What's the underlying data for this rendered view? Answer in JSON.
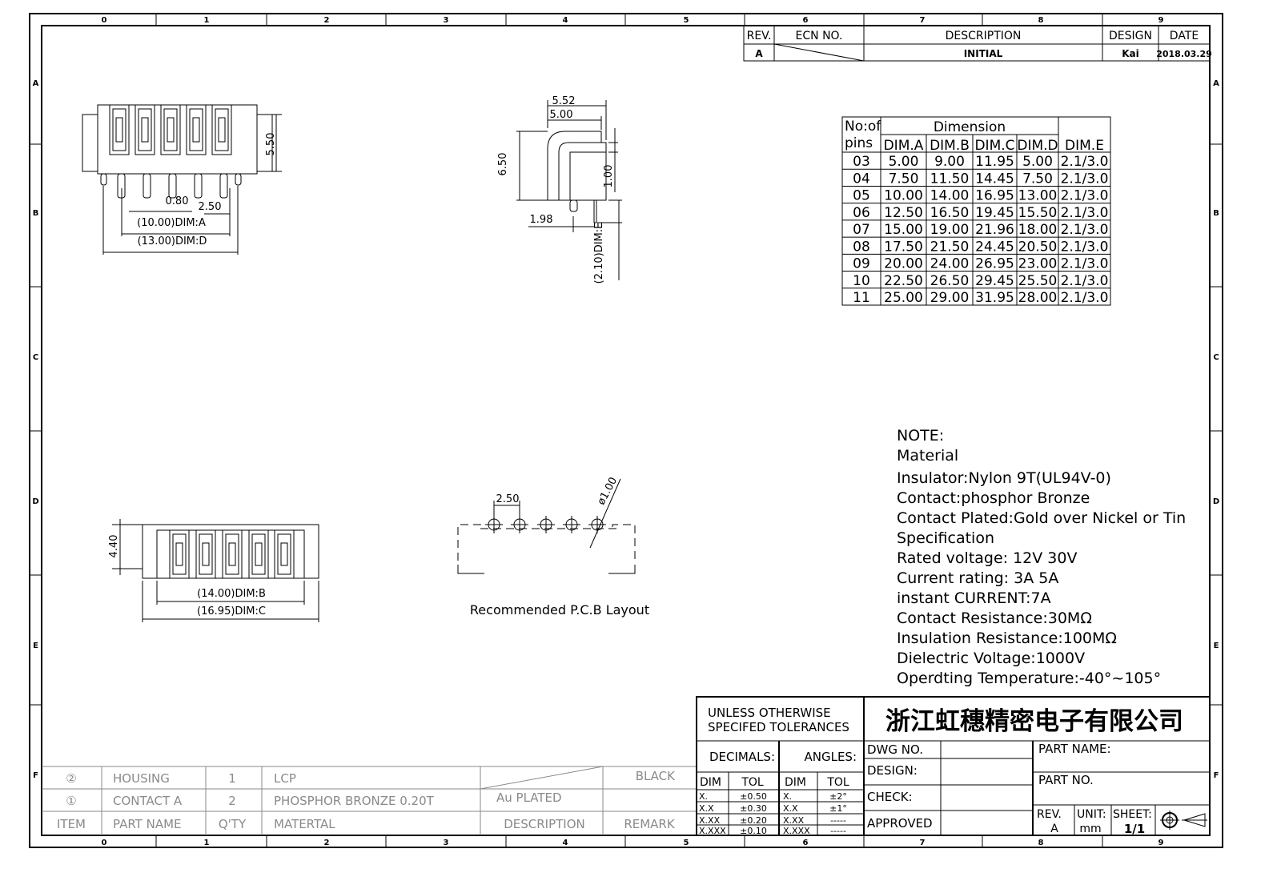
{
  "zones": {
    "columns": [
      "0",
      "1",
      "2",
      "3",
      "4",
      "5",
      "6",
      "7",
      "8",
      "9"
    ],
    "rows": [
      "A",
      "B",
      "C",
      "D",
      "E",
      "F"
    ]
  },
  "revision_block": {
    "headers": [
      "REV.",
      "ECN NO.",
      "DESCRIPTION",
      "DESIGN",
      "DATE"
    ],
    "row": {
      "rev": "A",
      "ecn": "",
      "description": "INITIAL",
      "design": "Kai",
      "date": "2018.03.29"
    }
  },
  "dimension_table": {
    "header_pins": [
      "No:of",
      "pins"
    ],
    "header_group": "Dimension",
    "columns": [
      "DIM.A",
      "DIM.B",
      "DIM.C",
      "DIM.D",
      "DIM.E"
    ],
    "rows": [
      [
        "03",
        "5.00",
        "9.00",
        "11.95",
        "5.00",
        "2.1/3.0"
      ],
      [
        "04",
        "7.50",
        "11.50",
        "14.45",
        "7.50",
        "2.1/3.0"
      ],
      [
        "05",
        "10.00",
        "14.00",
        "16.95",
        "13.00",
        "2.1/3.0"
      ],
      [
        "06",
        "12.50",
        "16.50",
        "19.45",
        "15.50",
        "2.1/3.0"
      ],
      [
        "07",
        "15.00",
        "19.00",
        "21.96",
        "18.00",
        "2.1/3.0"
      ],
      [
        "08",
        "17.50",
        "21.50",
        "24.45",
        "20.50",
        "2.1/3.0"
      ],
      [
        "09",
        "20.00",
        "24.00",
        "26.95",
        "23.00",
        "2.1/3.0"
      ],
      [
        "10",
        "22.50",
        "26.50",
        "29.45",
        "25.50",
        "2.1/3.0"
      ],
      [
        "11",
        "25.00",
        "29.00",
        "31.95",
        "28.00",
        "2.1/3.0"
      ]
    ]
  },
  "notes": [
    "NOTE:",
    "Material",
    "Insulator:Nylon  9T(UL94V-0)",
    "Contact:phosphor  Bronze",
    "Contact  Plated:Gold  over  Nickel  or  Tin",
    "Specification",
    "Rated  voltage:  12V  30V",
    " Current  rating:  3A    5A",
    "instant  CURRENT:7A",
    "Contact  Resistance:30MΩ",
    "Insulation  Resistance:100MΩ",
    "Dielectric  Voltage:1000V",
    "Operdting  Temperature:-40°~105°"
  ],
  "views": {
    "top": {
      "height": "5.50",
      "pitch": "2.50",
      "pin_width": "0.80",
      "dim_a": "(10.00)DIM:A",
      "dim_d": "(13.00)DIM:D"
    },
    "side": {
      "w1": "5.52",
      "w2": "5.00",
      "height": "6.50",
      "step": "1.00",
      "pin_offset": "1.98",
      "dim_e": "(2.10)DIM:E"
    },
    "bottom": {
      "height": "4.40",
      "dim_b": "(14.00)DIM:B",
      "dim_c": "(16.95)DIM:C"
    },
    "pcb": {
      "pitch": "2.50",
      "hole": "ø1.00",
      "caption": "Recommended  P.C.B  Layout"
    }
  },
  "bom": {
    "rows": [
      {
        "item": "②",
        "part_name": "HOUSING",
        "qty": "1",
        "material": "LCP",
        "description": "",
        "remark": "BLACK"
      },
      {
        "item": "①",
        "part_name": "CONTACT  A",
        "qty": "2",
        "material": "PHOSPHOR  BRONZE  0.20T",
        "description": "Au  PLATED",
        "remark": ""
      }
    ],
    "headers": {
      "item": "ITEM",
      "part_name": "PART  NAME",
      "qty": "Q'TY",
      "material": "MATERTAL",
      "description": "DESCRIPTION",
      "remark": "REMARK"
    }
  },
  "title_block": {
    "tolerance_title": [
      "UNLESS  OTHERWISE",
      "SPECIFED  TOLERANCES"
    ],
    "company": "浙江虹穗精密电子有限公司",
    "decimals_label": "DECIMALS:",
    "angles_label": "ANGLES:",
    "dim_label": "DIM",
    "tol_label": "TOL",
    "decimals": [
      [
        "X.",
        "±0.50"
      ],
      [
        "X.X",
        "±0.30"
      ],
      [
        "X.XX",
        "±0.20"
      ],
      [
        "X.XXX",
        "±0.10"
      ]
    ],
    "angles": [
      [
        "X.",
        "±2°"
      ],
      [
        "X.X",
        "±1°"
      ],
      [
        "X.XX",
        "-----"
      ],
      [
        "X.XXX",
        "-----"
      ]
    ],
    "dwg_no_label": "DWG  NO.",
    "design_label": "DESIGN:",
    "check_label": "CHECK:",
    "approved_label": "APPROVED",
    "part_name_label": "PART  NAME:",
    "part_no_label": "PART  NO.",
    "rev_label": "REV.",
    "rev_value": "A",
    "unit_label": "UNIT:",
    "unit_value": "mm",
    "sheet_label": "SHEET:",
    "sheet_value": "1/1"
  }
}
